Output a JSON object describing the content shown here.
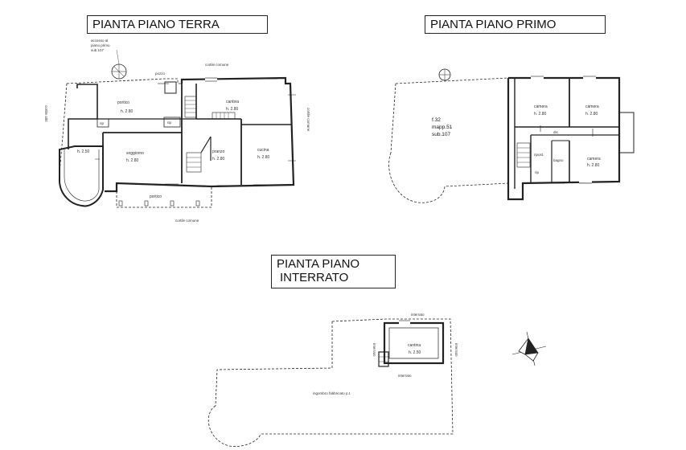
{
  "titles": {
    "ground": "PIANTA PIANO TERRA",
    "first": "PIANTA PIANO PRIMO",
    "basement_line1": "PIANTA PIANO",
    "basement_line2": "INTERRATO"
  },
  "ground_floor": {
    "access_l1": "accesso al",
    "access_l2": "piano primo",
    "access_l3": "sub.107",
    "pozzo": "pozzo",
    "cortile_comune_top": "cortile comune",
    "cortile_comune_bottom": "cortile comune",
    "cortile_comune_right": "cortile comune",
    "cortile_altri": "cortile altri",
    "portico_top": "portico",
    "portico_top_h": "h. 2.80",
    "rip_left": "rip",
    "rip_mid": "rip",
    "cantina": "cantina",
    "cantina_h": "h. 2.80",
    "soggiorno": "soggiorno",
    "soggiorno_h": "h. 2.80",
    "pranzo": "pranzo",
    "pranzo_h": "h. 2.80",
    "cucina": "cucina",
    "cucina_h": "h. 2.80",
    "left_room_h": "h. 2.50",
    "portico_bottom": "portico"
  },
  "first_floor": {
    "parcel_l1": "f.32",
    "parcel_l2": "mapp.51",
    "parcel_l3": "sub.107",
    "camera_1": "camera",
    "camera_1_h": "h. 2.80",
    "camera_2": "camera",
    "camera_2_h": "h. 2.80",
    "camera_3": "camera",
    "camera_3_h": "h. 2.80",
    "dis": "dis",
    "bagno": "bagno",
    "ripost": "ripost.",
    "rip": "rip"
  },
  "basement": {
    "interrato_top": "interrato",
    "interrato_left": "interrato",
    "interrato_right": "interrato",
    "interrato_bottom": "interrato",
    "cantina": "cantina",
    "cantina_h": "h. 2.50",
    "ingombro": "ingombro fabbricato p.t."
  },
  "north_arrow": "north-arrow-icon"
}
